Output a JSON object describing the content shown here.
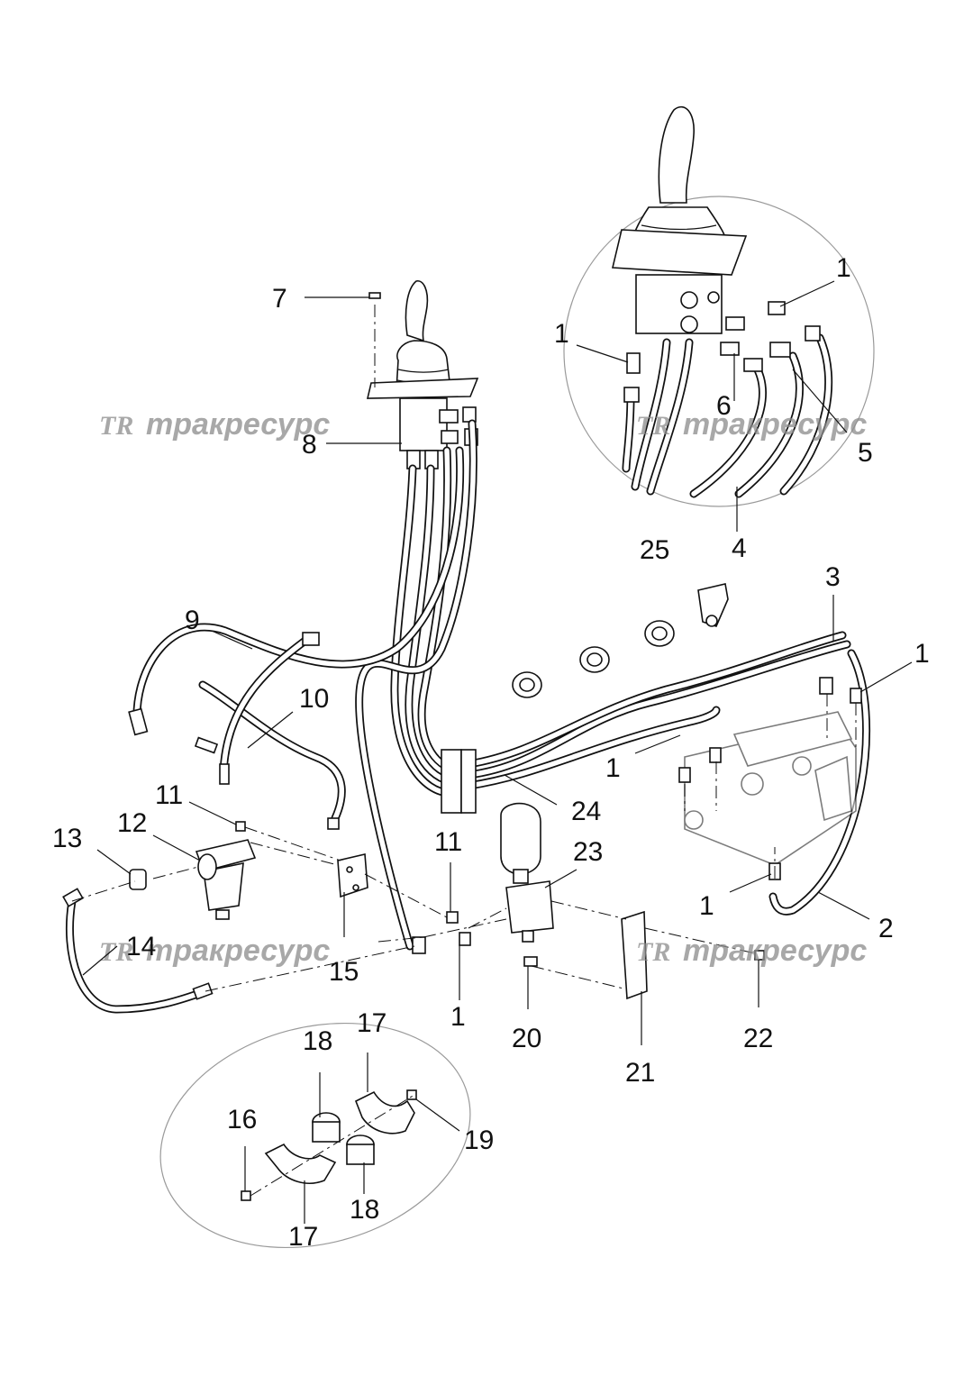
{
  "watermark": {
    "brand_text": "тракресурс",
    "logo_text": "TR"
  },
  "callouts": {
    "c1a": "1",
    "c1b": "1",
    "c1c": "1",
    "c1d": "1",
    "c1e": "1",
    "c1f": "1",
    "c2": "2",
    "c3": "3",
    "c4": "4",
    "c5": "5",
    "c6": "6",
    "c7": "7",
    "c8": "8",
    "c9": "9",
    "c10": "10",
    "c11a": "11",
    "c11b": "11",
    "c12": "12",
    "c13": "13",
    "c14": "14",
    "c15": "15",
    "c16": "16",
    "c17a": "17",
    "c17b": "17",
    "c18a": "18",
    "c18b": "18",
    "c19": "19",
    "c20": "20",
    "c21": "21",
    "c22": "22",
    "c23": "23",
    "c24": "24",
    "c25": "25"
  }
}
